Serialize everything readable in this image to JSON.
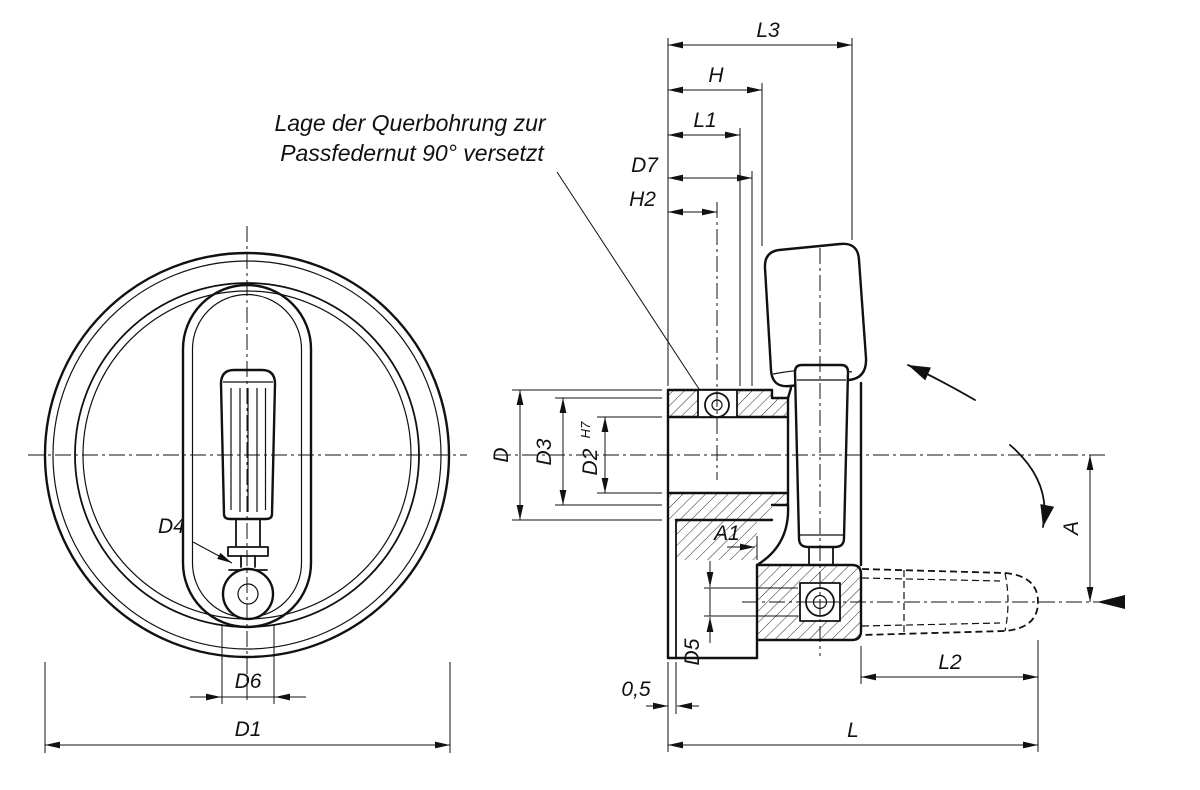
{
  "annotation": {
    "line1": "Lage der Querbohrung zur",
    "line2": "Passfedernut 90° versetzt"
  },
  "front_view": {
    "dim_d4": "D4",
    "dim_d6": "D6",
    "dim_d1": "D1"
  },
  "side_view": {
    "dim_l3": "L3",
    "dim_h": "H",
    "dim_l1": "L1",
    "dim_d7": "D7",
    "dim_h2": "H2",
    "dim_d": "D",
    "dim_d3": "D3",
    "dim_d2": "D2",
    "dim_d2_tol": "H7",
    "dim_a1": "A1",
    "dim_d5": "D5",
    "dim_gap": "0,5",
    "dim_l2": "L2",
    "dim_l": "L",
    "dim_a": "A"
  },
  "colors": {
    "line": "#111111",
    "background": "#ffffff"
  }
}
